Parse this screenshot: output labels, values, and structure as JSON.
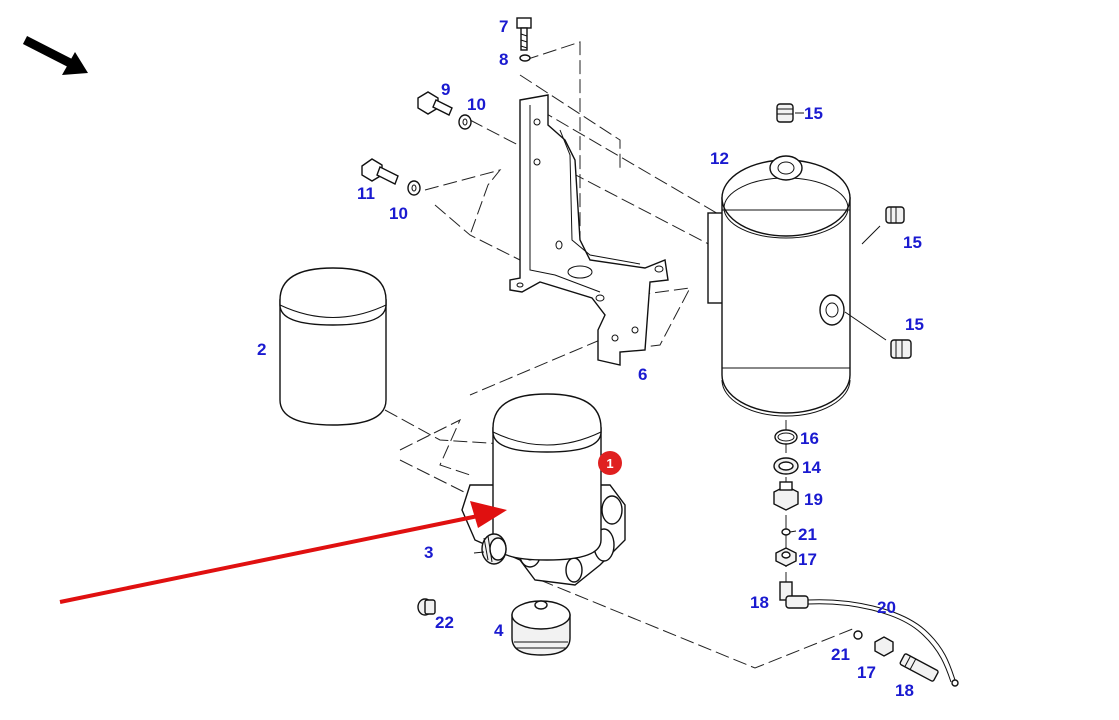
{
  "callouts": {
    "c1": "7",
    "c2": "8",
    "c3": "9",
    "c4": "10",
    "c5": "11",
    "c6": "10",
    "c7": "15",
    "c8": "12",
    "c9": "15",
    "c10": "15",
    "c11": "2",
    "c12": "6",
    "c13": "16",
    "c14": "14",
    "c15": "19",
    "c16": "21",
    "c17": "17",
    "c18": "3",
    "c19": "18",
    "c20": "20",
    "c21": "22",
    "c22": "4",
    "c23": "21",
    "c24": "17",
    "c25": "18"
  },
  "badge": {
    "label": "1",
    "color": "#e02020"
  },
  "colors": {
    "callout": "#1a1ad0",
    "pointer_arrow": "#e01010",
    "orientation_arrow": "#000000"
  },
  "icons": {
    "orientation": "orientation-arrow-icon",
    "highlight": "red-pointer-arrow"
  }
}
